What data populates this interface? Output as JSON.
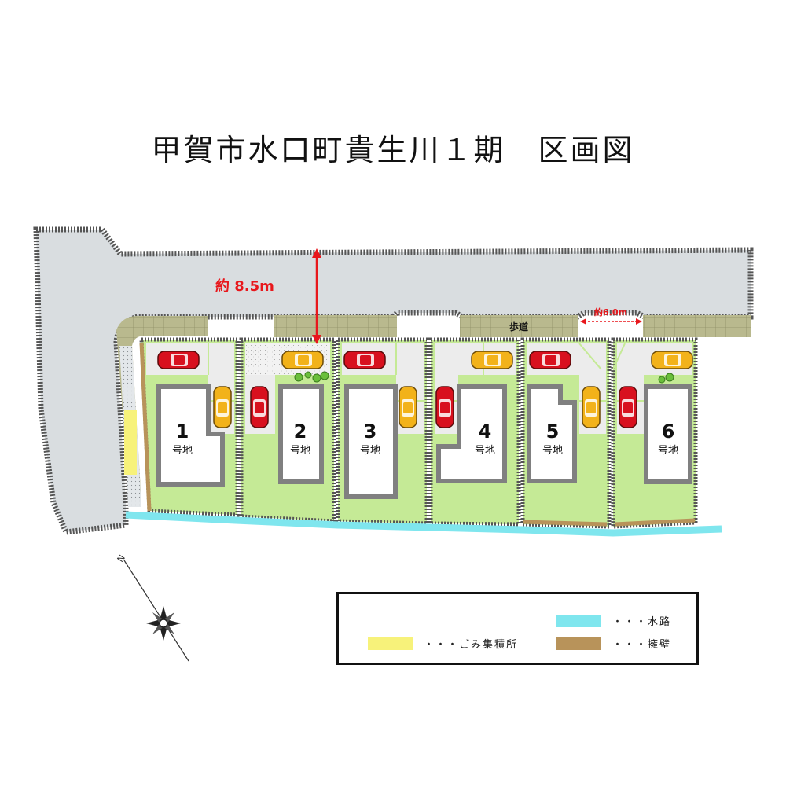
{
  "title": "甲賀市水口町貴生川１期　区画図",
  "road": {
    "width_label": "約 8.5m",
    "sidewalk_label": "歩道",
    "gap_label": "約6.0m"
  },
  "lots": [
    {
      "number": "1",
      "label": "号地"
    },
    {
      "number": "2",
      "label": "号地"
    },
    {
      "number": "3",
      "label": "号地"
    },
    {
      "number": "4",
      "label": "号地"
    },
    {
      "number": "5",
      "label": "号地"
    },
    {
      "number": "6",
      "label": "号地"
    }
  ],
  "compass": {
    "north_label": "N"
  },
  "legend": {
    "waterway": {
      "label": "・・・水路",
      "color": "#7fe6ee"
    },
    "garbage": {
      "label": "・・・ごみ集積所",
      "color": "#f7f27a"
    },
    "retaining_wall": {
      "label": "・・・擁壁",
      "color": "#b8935a"
    }
  },
  "colors": {
    "road": "#d9dde0",
    "lot": "#c5ea96",
    "parking": "#ececec",
    "sidewalk": "#b9b98e",
    "accent_red": "#e8171c",
    "car_red": "#d8101e",
    "car_yellow": "#f2b21a"
  }
}
